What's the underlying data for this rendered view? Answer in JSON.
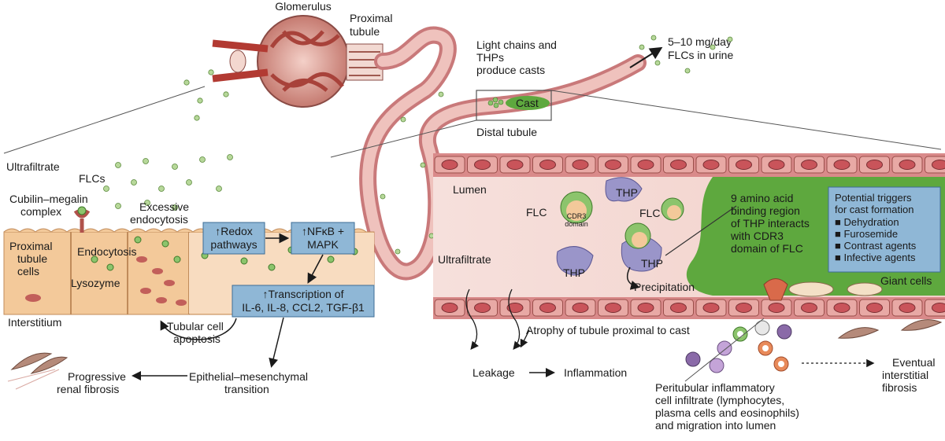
{
  "labels": {
    "glomerulus": "Glomerulus",
    "proximal_tubule_1": "Proximal",
    "proximal_tubule_2": "tubule",
    "light_chains_1": "Light chains and",
    "light_chains_2": "THPs",
    "light_chains_3": "produce casts",
    "urine_1": "5–10 mg/day",
    "urine_2": "FLCs in urine",
    "cast": "Cast",
    "distal_tubule": "Distal tubule",
    "ultrafiltrate_left": "Ultrafiltrate",
    "flcs": "FLCs",
    "cubilin_1": "Cubilin–megalin",
    "cubilin_2": "complex",
    "excessive_1": "Excessive",
    "excessive_2": "endocytosis",
    "redox_1": "↑Redox",
    "redox_2": "pathways",
    "nfkb_1": "↑NFκB +",
    "nfkb_2": "MAPK",
    "prox_cells_1": "Proximal",
    "prox_cells_2": "tubule",
    "prox_cells_3": "cells",
    "endocytosis": "Endocytosis",
    "lysozyme": "Lysozyme",
    "transcription_1": "↑Transcription of",
    "transcription_2": "IL-6, IL-8, CCL2, TGF-β1",
    "interstitium": "Interstitium",
    "apoptosis_1": "Tubular cell",
    "apoptosis_2": "apoptosis",
    "fibrosis_1": "Progressive",
    "fibrosis_2": "renal fibrosis",
    "emt_1": "Epithelial–mesenchymal",
    "emt_2": "transition",
    "lumen": "Lumen",
    "flc_1": "FLC",
    "cdr3_1": "CDR3",
    "cdr3_2": "domain",
    "thp_1": "THP",
    "flc_2": "FLC",
    "thp_2": "THP",
    "thp_3": "THP",
    "binding_1": "9 amino acid",
    "binding_2": "binding region",
    "binding_3": "of THP interacts",
    "binding_4": "with CDR3",
    "binding_5": "domain of FLC",
    "triggers_1": "Potential triggers",
    "triggers_2": "for cast formation",
    "triggers_items": [
      "■ Dehydration",
      "■ Furosemide",
      "■ Contrast agents",
      "■ Infective agents"
    ],
    "ultrafiltrate_right": "Ultrafiltrate",
    "precipitation": "Precipitation",
    "giant_cells": "Giant cells",
    "atrophy": "Atrophy of tubule proximal to cast",
    "leakage": "Leakage",
    "inflammation": "Inflammation",
    "infiltrate_1": "Peritubular inflammatory",
    "infiltrate_2": "cell infiltrate (lymphocytes,",
    "infiltrate_3": "plasma cells and eosinophils)",
    "infiltrate_4": "and migration into lumen",
    "eventual_1": "Eventual",
    "eventual_2": "interstitial",
    "eventual_3": "fibrosis"
  },
  "colors": {
    "tubule_pink": "#d98a8a",
    "cell_orange": "#f3c99a",
    "box_blue": "#8fb7d6",
    "cast_green": "#5ea83e",
    "flc_green": "#8cc46c",
    "thp_purple": "#9a95c9",
    "brick_red": "#c9545a"
  }
}
